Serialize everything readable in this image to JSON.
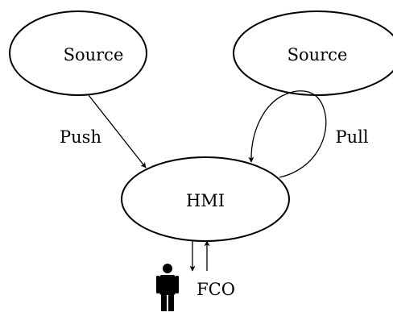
{
  "nodes": {
    "source_left": {
      "label": "Source"
    },
    "source_right": {
      "label": "Source"
    },
    "hmi": {
      "label": "HMI"
    }
  },
  "edges": {
    "push": {
      "label": "Push"
    },
    "pull": {
      "label": "Pull"
    }
  },
  "operator": {
    "label": "FCO"
  }
}
